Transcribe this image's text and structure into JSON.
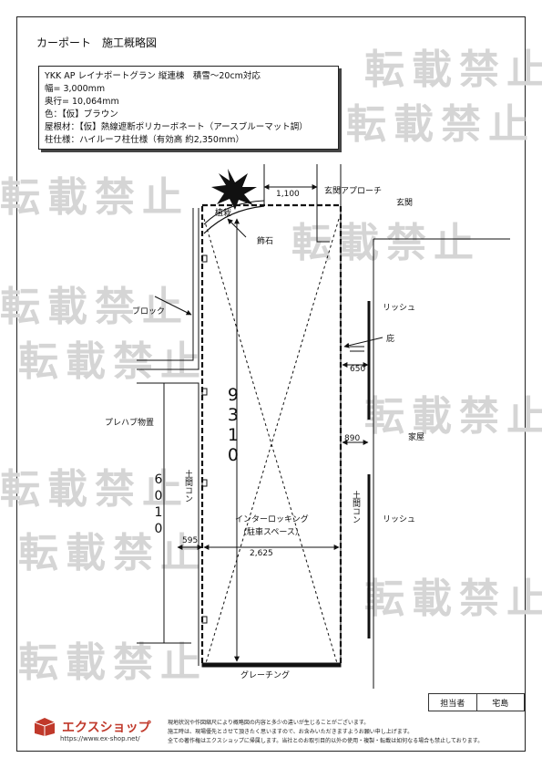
{
  "title": "カーポート　施工概略図",
  "spec": {
    "product": "YKK AP レイナポートグラン 縦連棟　積雪～20cm対応",
    "width": "幅= 3,000mm",
    "depth": "奥行= 10,064mm",
    "color": "色：【仮】ブラウン",
    "roof": "屋根材：【仮】熱線遮断ポリカーボネート（アースブルーマット調）",
    "pillar": "柱仕様：ハイルーフ柱仕様（有効高 約2,350mm）"
  },
  "labels": {
    "dim_1100": "1,100",
    "entrance_approach": "玄関アプローチ",
    "entrance": "玄関",
    "bonsai": "植栽",
    "stone": "飾石",
    "block": "ブロック",
    "sash_top": "リッシュ",
    "eaves": "庇",
    "dim_650": "650",
    "storage": "プレハブ物置",
    "dim_890": "890",
    "house": "家屋",
    "dim_9310": "9310",
    "dim_6010": "6010",
    "dirt_left": "土間コン",
    "dirt_right": "土間コン",
    "sash_bottom": "リッシュ",
    "interlocking": "インターロッキング",
    "parking_space": "（駐車スペース）",
    "dim_595": "595",
    "dim_2625": "2,625",
    "grating": "グレーチング"
  },
  "watermark": "転載禁止",
  "stamp": {
    "person_label": "担当者",
    "person_name": "宅島"
  },
  "company": {
    "name": "エクスショップ",
    "url": "https://www.ex-shop.net/"
  },
  "footer": [
    "現地状況や作図縮尺により概略図の内容と多少の違いが生じることがございます。",
    "施工時は、現場優先とさせて頂きたく思いますので、お含みいただきますようお願い申し上げます。",
    "全ての著作権はエクスショップに帰属します。当社とのお取引目的以外の使用・複製・転載は如何なる場合も禁止しております。"
  ]
}
